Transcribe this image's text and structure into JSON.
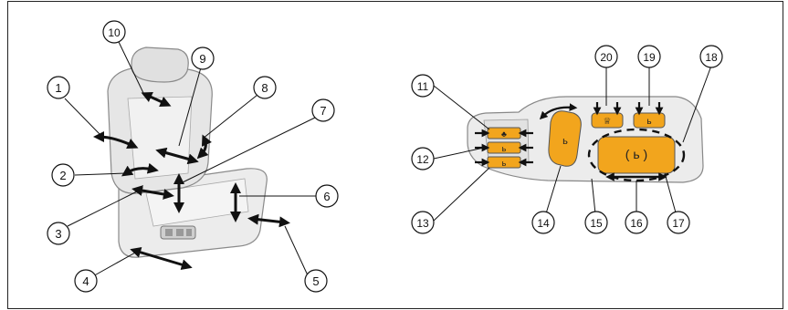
{
  "diagram": {
    "callouts": {
      "c1": "1",
      "c2": "2",
      "c3": "3",
      "c4": "4",
      "c5": "5",
      "c6": "6",
      "c7": "7",
      "c8": "8",
      "c9": "9",
      "c10": "10",
      "c11": "11",
      "c12": "12",
      "c13": "13",
      "c14": "14",
      "c15": "15",
      "c16": "16",
      "c17": "17",
      "c18": "18",
      "c19": "19",
      "c20": "20"
    },
    "colors": {
      "button_orange": "#f2a51d",
      "seat_gray": "#e9e9e9",
      "outline": "#888888",
      "ink": "#111111"
    },
    "icons": [
      "seat-icon",
      "head-restraint-icon",
      "lumbar-icon",
      "massage-icon"
    ]
  }
}
